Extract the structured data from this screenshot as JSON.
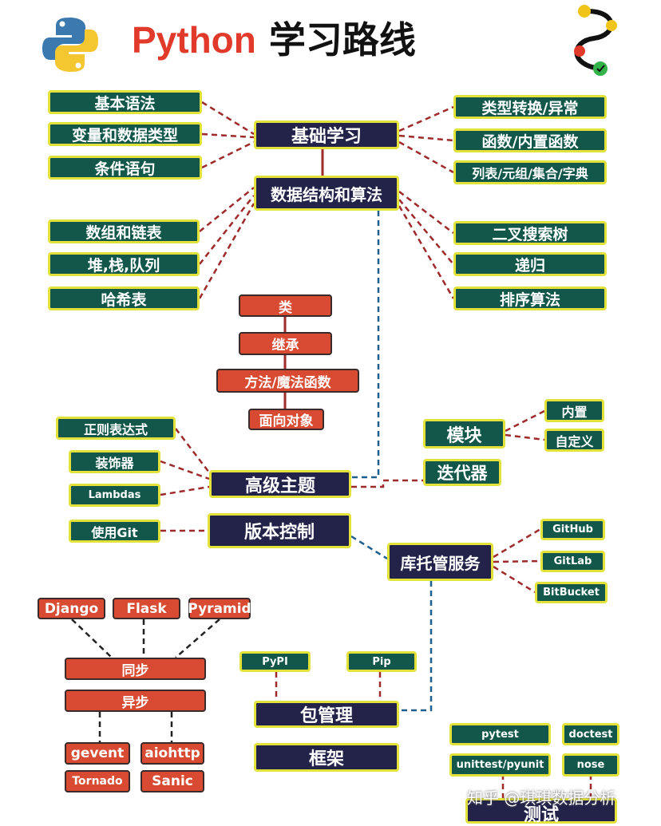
{
  "title": {
    "python": "Python",
    "rest": "学习路线"
  },
  "nodes": {
    "basics": "基础学习",
    "basic_syntax": "基本语法",
    "vars_types": "变量和数据类型",
    "conditionals": "条件语句",
    "type_conv": "类型转换/异常",
    "functions": "函数/内置函数",
    "collections": "列表/元组/集合/字典",
    "ds_algo": "数据结构和算法",
    "arrays_lists": "数组和链表",
    "heap_stack_queue": "堆,栈,队列",
    "hash_table": "哈希表",
    "bst": "二叉搜索树",
    "recursion": "递归",
    "sorting": "排序算法",
    "class": "类",
    "inherit": "继承",
    "methods": "方法/魔法函数",
    "oop": "面向对象",
    "regex": "正则表达式",
    "decorators": "装饰器",
    "lambdas": "Lambdas",
    "advanced": "高级主题",
    "modules": "模块",
    "builtin": "内置",
    "custom": "自定义",
    "iterators": "迭代器",
    "use_git": "使用Git",
    "vcs": "版本控制",
    "hosting": "库托管服务",
    "github": "GitHub",
    "gitlab": "GitLab",
    "bitbucket": "BitBucket",
    "django": "Django",
    "flask": "Flask",
    "pyramid": "Pyramid",
    "sync": "同步",
    "async": "异步",
    "gevent": "gevent",
    "aiohttp": "aiohttp",
    "tornado": "Tornado",
    "sanic": "Sanic",
    "pypi": "PyPI",
    "pip": "Pip",
    "pkg_mgmt": "包管理",
    "framework": "框架",
    "pytest": "pytest",
    "doctest": "doctest",
    "unittest": "unittest/pyunit",
    "nose": "nose",
    "testing": "测试"
  },
  "watermark": "知乎 @琪琪数据分析",
  "colors": {
    "green": "#12574a",
    "navy": "#23234a",
    "red": "#d94a33",
    "border": "#e3e23b",
    "connector_red": "#9e2a2a",
    "connector_blue": "#1f5f8f"
  },
  "icons": [
    "python-logo-icon",
    "roadmap-icon"
  ]
}
